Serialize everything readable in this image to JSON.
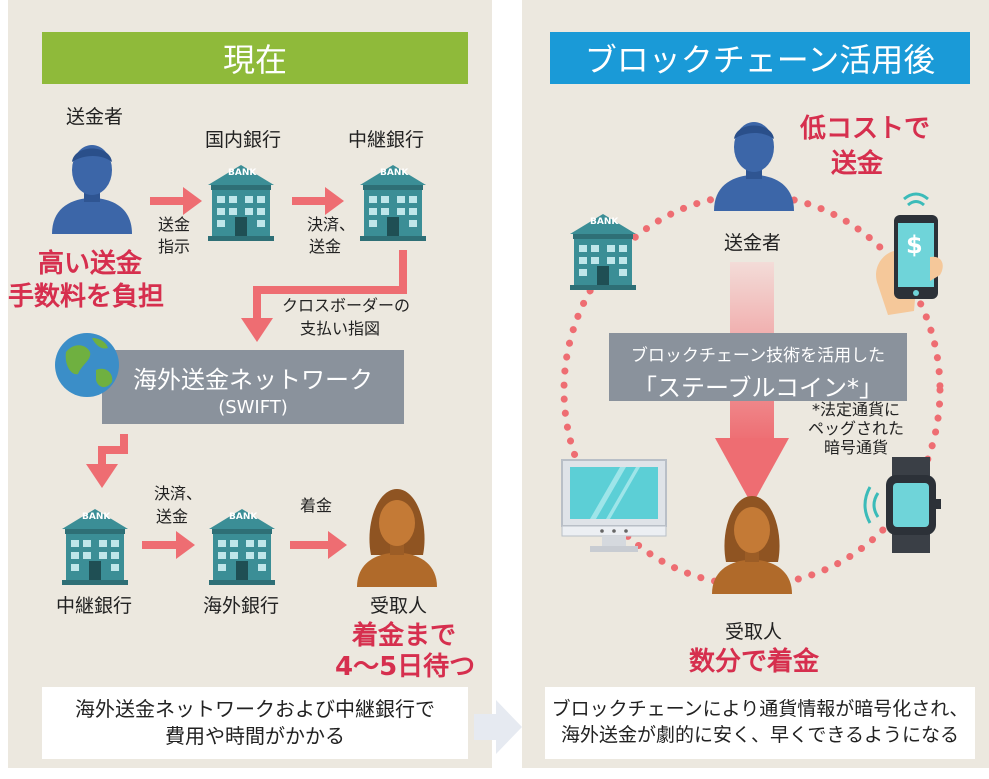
{
  "left": {
    "header": "現在",
    "sender": "送金者",
    "domestic_bank": "国内銀行",
    "relay_bank_top": "中継銀行",
    "bank_sign": "BANK",
    "step1_a": "送金",
    "step1_b": "指示",
    "step2_a": "決済、",
    "step2_b": "送金",
    "cost_a": "高い送金",
    "cost_b": "手数料を負担",
    "cross_a": "クロスボーダーの",
    "cross_b": "支払い指図",
    "network": "海外送金ネットワーク",
    "network_sub": "(SWIFT)",
    "step3_a": "決済、",
    "step3_b": "送金",
    "step4": "着金",
    "relay_bank_bottom": "中継銀行",
    "foreign_bank": "海外銀行",
    "receiver": "受取人",
    "wait_a": "着金まで",
    "wait_b": "4～5日待つ",
    "summary_a": "海外送金ネットワークおよび中継銀行で",
    "summary_b": "費用や時間がかかる"
  },
  "right": {
    "header": "ブロックチェーン活用後",
    "low_cost_a": "低コストで",
    "low_cost_b": "送金",
    "sender": "送金者",
    "bank_sign": "BANK",
    "tech": "ブロックチェーン技術を活用した",
    "stablecoin": "「ステーブルコイン*」",
    "note_a": "*法定通貨に",
    "note_b": "ペッグされた",
    "note_c": "暗号通貨",
    "phone_symbol": "$",
    "receiver": "受取人",
    "minutes": "数分で着金",
    "summary_a": "ブロックチェーンにより通貨情報が暗号化され、",
    "summary_b": "海外送金が劇的に安く、早くできるようになる"
  },
  "colors": {
    "green": "#8fba3a",
    "blue": "#1a9ad7",
    "accent_red": "#d62f4e",
    "arrow": "#ee6d72",
    "bank": "#3b8e96",
    "person_male": "#3c66a8",
    "person_female": "#b06a2a",
    "box_gray": "#8a929c"
  }
}
